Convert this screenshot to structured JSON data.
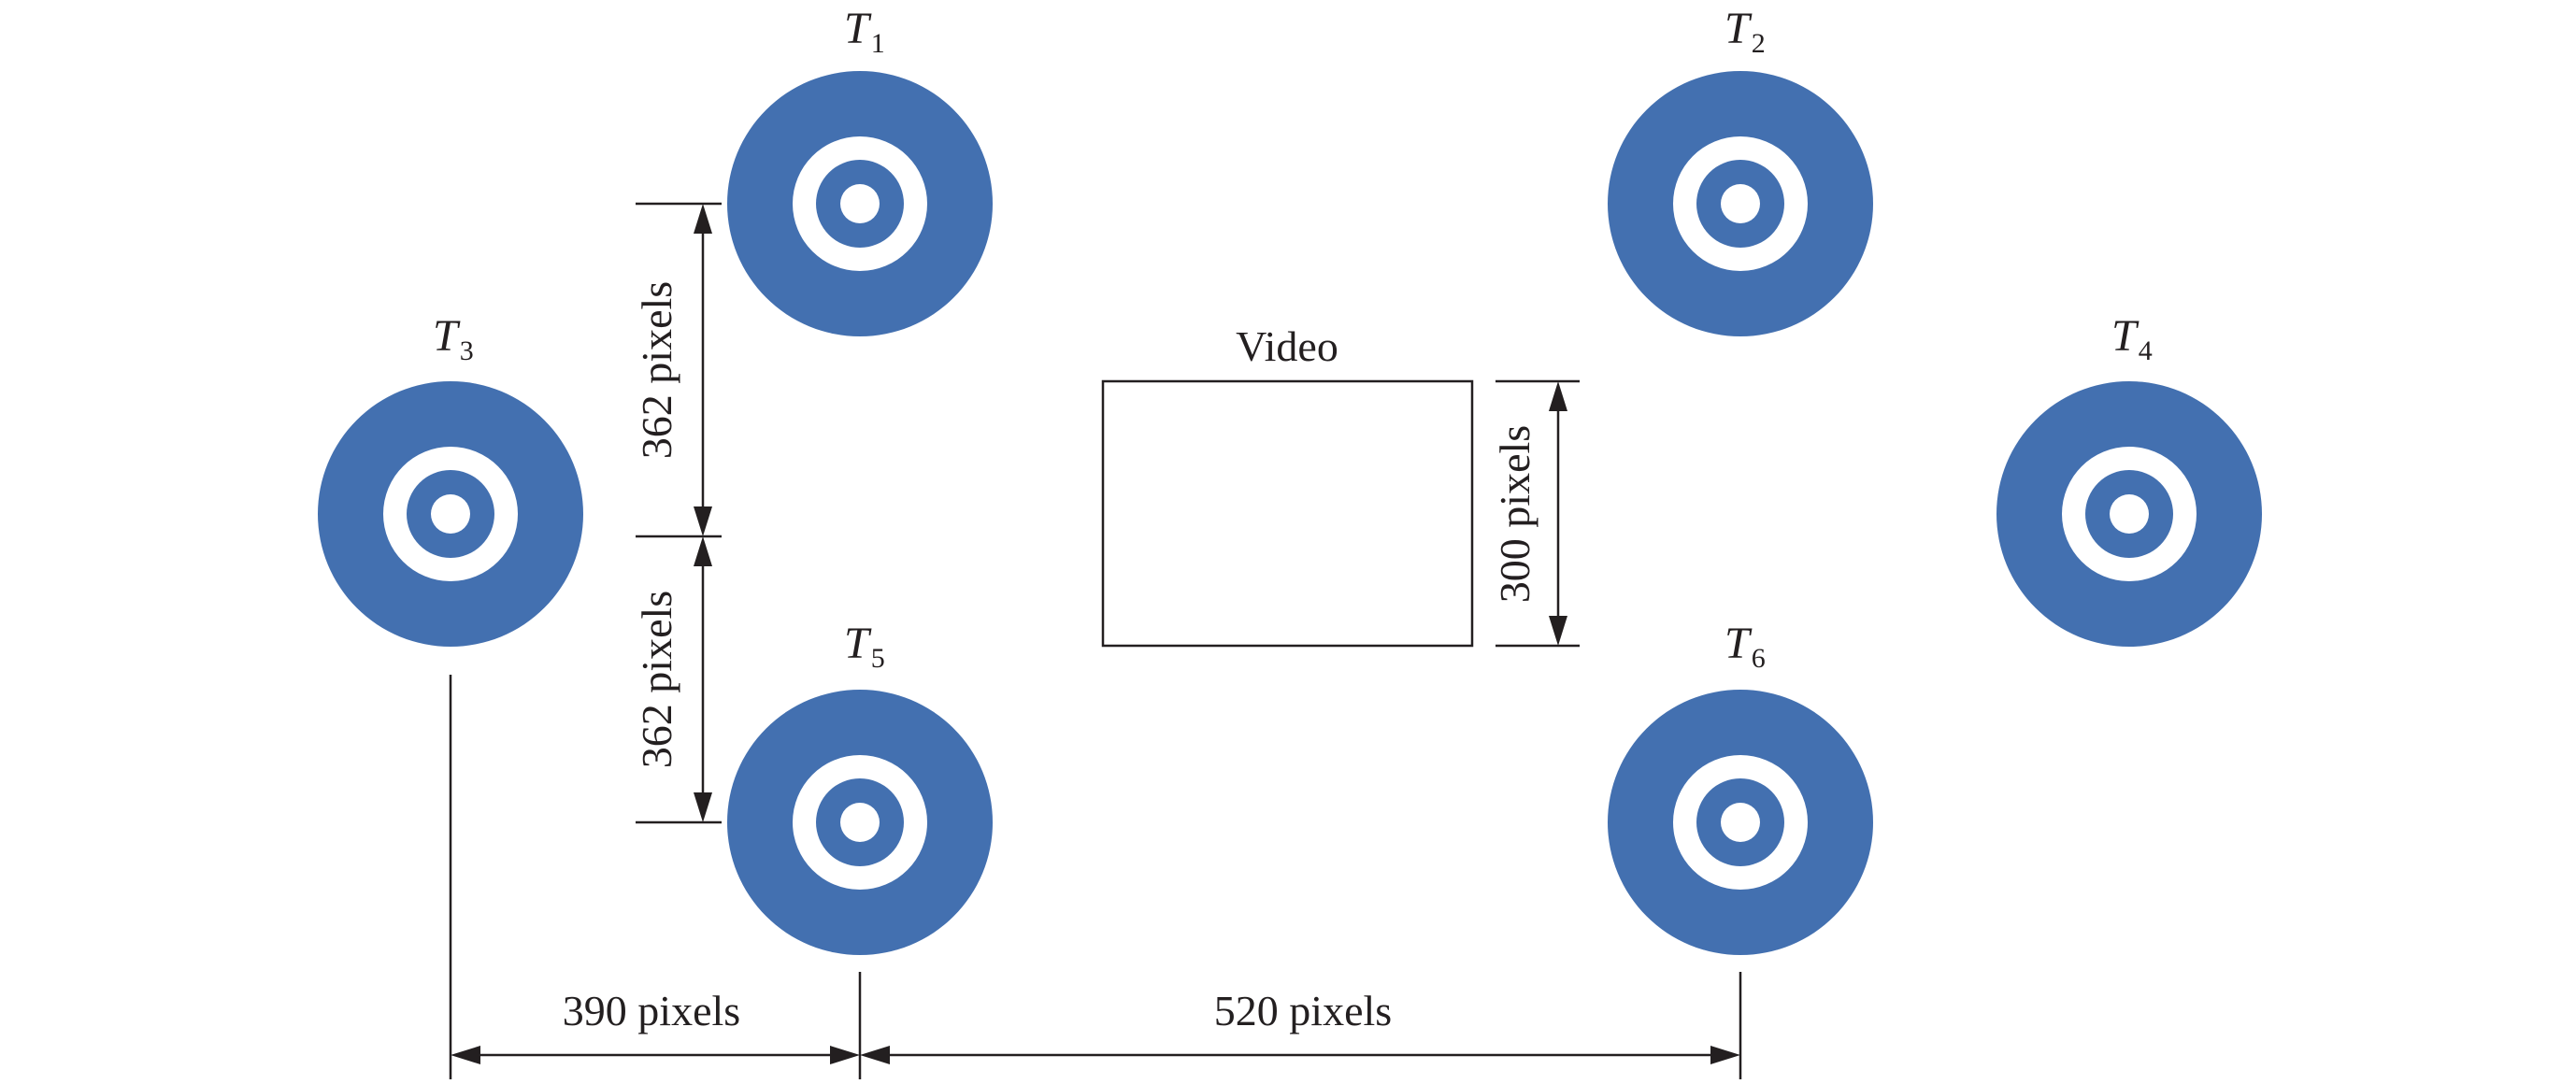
{
  "colors": {
    "target_blue": "#4370b0",
    "target_white": "#ffffff",
    "ink": "#231f20"
  },
  "video": {
    "label": "Video"
  },
  "targets": [
    {
      "letter": "T",
      "sub": "1"
    },
    {
      "letter": "T",
      "sub": "2"
    },
    {
      "letter": "T",
      "sub": "3"
    },
    {
      "letter": "T",
      "sub": "4"
    },
    {
      "letter": "T",
      "sub": "5"
    },
    {
      "letter": "T",
      "sub": "6"
    }
  ],
  "dimensions": {
    "t1_to_mid": "362 pixels",
    "mid_to_t5": "362 pixels",
    "video_height": "300 pixels",
    "t3_to_t5": "390 pixels",
    "t5_to_t6": "520 pixels"
  }
}
